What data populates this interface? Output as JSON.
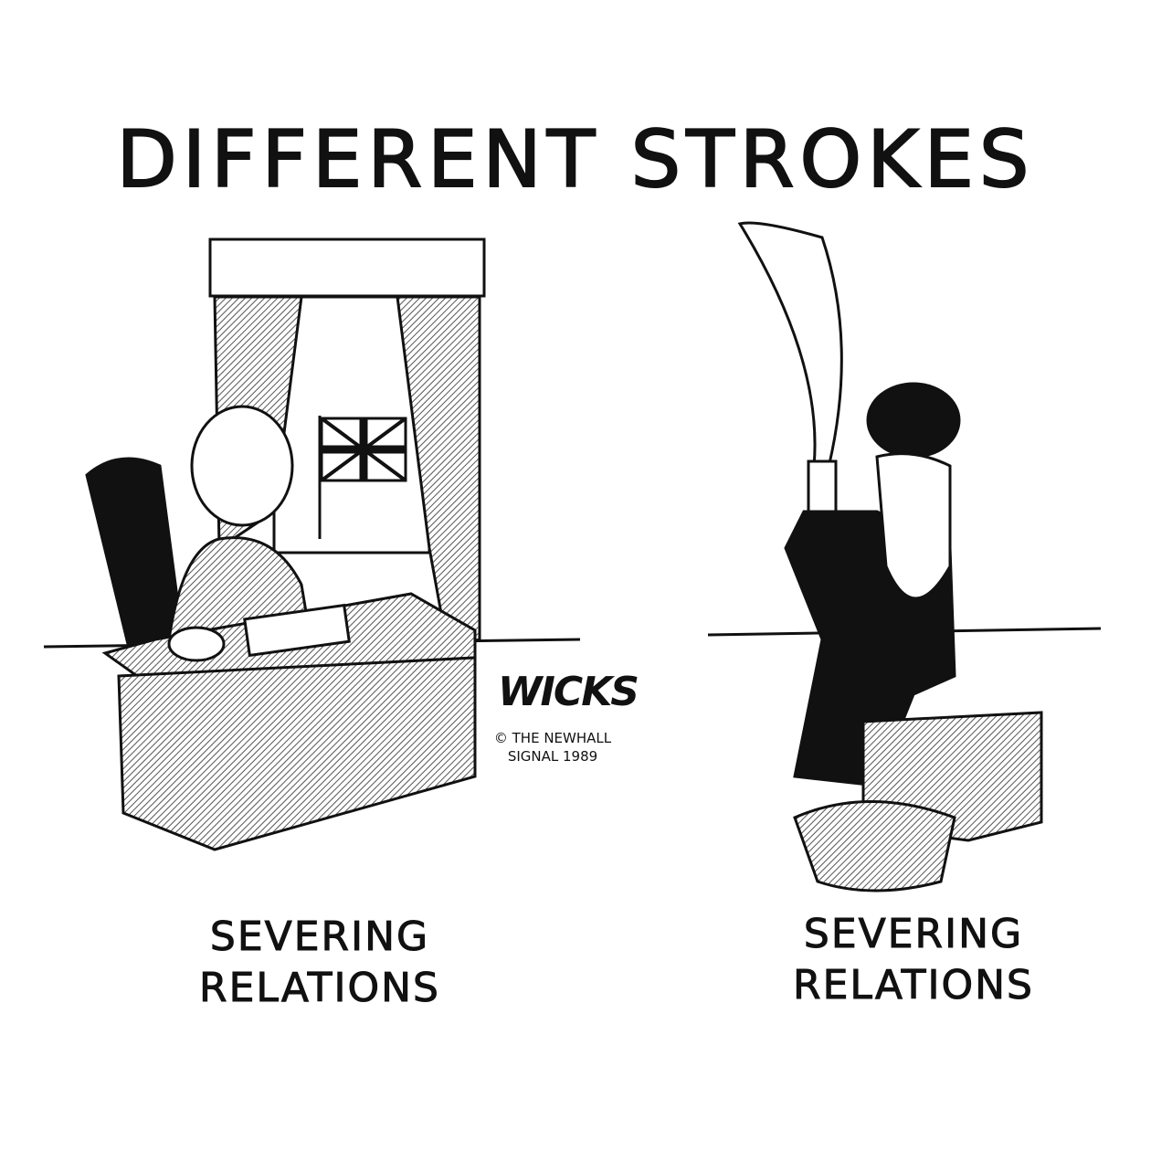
{
  "title": "DIFFERENT STROKES",
  "left_panel": {
    "caption_line1": "SEVERING",
    "caption_line2": "RELATIONS"
  },
  "right_panel": {
    "caption_line1": "SEVERING",
    "caption_line2": "RELATIONS"
  },
  "signature": "WICKS",
  "copyright_line1": "© THE NEWHALL",
  "copyright_line2": "SIGNAL 1989",
  "colors": {
    "ink": "#111111",
    "paper": "#ffffff",
    "hatch": "#888888"
  }
}
